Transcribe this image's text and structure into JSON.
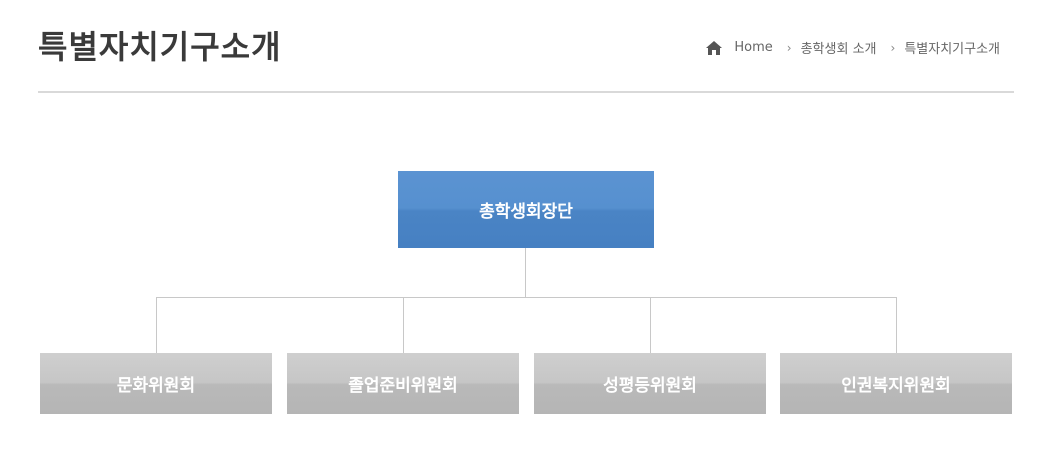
{
  "header": {
    "title": "특별자치기구소개"
  },
  "breadcrumb": {
    "icon": "home-icon",
    "items": [
      "Home",
      "총학생회 소개",
      "특별자치기구소개"
    ],
    "separator": "›"
  },
  "org_chart": {
    "root": {
      "label": "총학생회장단",
      "color": "#5690cf"
    },
    "children": [
      {
        "label": "문화위원회"
      },
      {
        "label": "졸업준비위원회"
      },
      {
        "label": "성평등위원회"
      },
      {
        "label": "인권복지위원회"
      }
    ],
    "child_color": "#bfbfbf"
  }
}
